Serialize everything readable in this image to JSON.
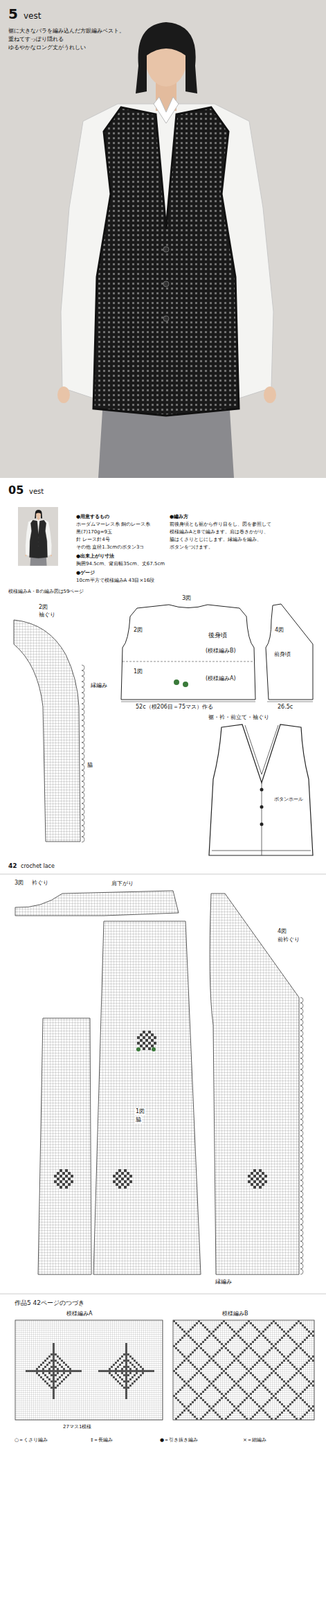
{
  "diagram": {
    "labels": [
      "5",
      "vest",
      "裾に大きなバラを編み込んだ方眼編みベスト。",
      "重ねてすっぽり隠れる",
      "ゆるやかなロング丈がうれしい",
      "05",
      "vest",
      "●用意するもの",
      "ホーダムマーレス糸 銅のレース糸",
      "黒(7)170g=9玉",
      "針 レース針4号",
      "その他 直径1.3cmのボタン3コ",
      "●出来上がり寸法",
      "胸囲94.5cm、背肩幅35cm、丈67.5cm",
      "●ゲージ",
      "10cm平方で模様編みA 43目×16段",
      "●編み方",
      "前後身頃とも裾から作り目をし、図を参照して",
      "模様編みAとBで編みます。肩は巻きかがり、",
      "脇はくさりとじにします。縁編みを編み、",
      "ボタンをつけます。",
      "模様編みA・Bの編み図は59ページ",
      "3図",
      "2図",
      "後身頃",
      "(模様編みB)",
      "(模様編みA)",
      "1図",
      "52c（模206目＝75マス）作る",
      "4図",
      "前身頃",
      "26.5c",
      "2図",
      "袖ぐり",
      "縁編み",
      "脇",
      "裾・衿・前立て・袖ぐり",
      "ボタンホール",
      "42",
      "crochet lace",
      "3図",
      "衿ぐり",
      "肩下がり",
      "4図",
      "前衿ぐり",
      "1図",
      "脇",
      "縁編み",
      "作品5 42ページのつづき",
      "模様編みA",
      "模様編みB",
      "27マス1模様",
      "○＝くさり編み",
      "‡＝長編み",
      "●＝引き抜き編み",
      "×＝細編み"
    ]
  }
}
